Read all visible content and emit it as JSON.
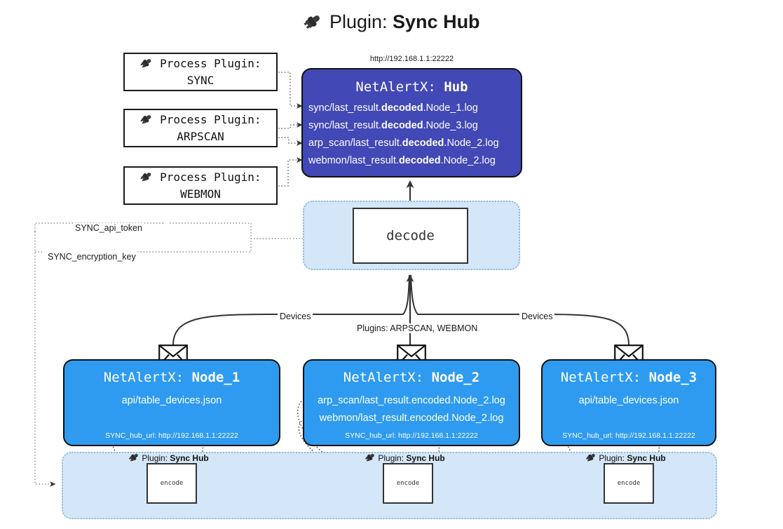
{
  "title": {
    "icon": "plug-icon",
    "prefix": "Plugin:",
    "name": "Sync Hub"
  },
  "hub": {
    "url_caption": "http://192.168.1.1:22222",
    "title_prefix": "NetAlertX:",
    "title_name": "Hub",
    "lines": [
      {
        "pre": "sync/last_result.",
        "strong": "decoded",
        "post": ".Node_1.log"
      },
      {
        "pre": "sync/last_result.",
        "strong": "decoded",
        "post": ".Node_3.log"
      },
      {
        "pre": "arp_scan/last_result.",
        "strong": "decoded",
        "post": ".Node_2.log"
      },
      {
        "pre": "webmon/last_result.",
        "strong": "decoded",
        "post": ".Node_2.log"
      }
    ]
  },
  "process_plugins": [
    {
      "icon": "plug-icon",
      "line1": "Process Plugin:",
      "line2": "SYNC"
    },
    {
      "icon": "plug-icon",
      "line1": "Process Plugin:",
      "line2": "ARPSCAN"
    },
    {
      "icon": "plug-icon",
      "line1": "Process Plugin:",
      "line2": "WEBMON"
    }
  ],
  "decode": {
    "label": "decode"
  },
  "edge_labels": {
    "devices_left": "Devices",
    "devices_right": "Devices",
    "plugins_mid": "Plugins: ARPSCAN, WEBMON",
    "api_token": "SYNC_api_token",
    "encryption_key": "SYNC_encryption_key"
  },
  "nodes": [
    {
      "icon": "envelope-icon",
      "title_prefix": "NetAlertX:",
      "title_name": "Node_1",
      "lines": [
        "api/table_devices.json"
      ],
      "hub_url": "SYNC_hub_url: http://192.168.1.1:22222"
    },
    {
      "icon": "envelope-icon",
      "title_prefix": "NetAlertX:",
      "title_name": "Node_2",
      "lines": [
        "arp_scan/last_result.encoded.Node_2.log",
        "webmon/last_result.encoded.Node_2.log"
      ],
      "hub_url": "SYNC_hub_url: http://192.168.1.1:22222"
    },
    {
      "icon": "envelope-icon",
      "title_prefix": "NetAlertX:",
      "title_name": "Node_3",
      "lines": [
        "api/table_devices.json"
      ],
      "hub_url": "SYNC_hub_url: http://192.168.1.1:22222"
    }
  ],
  "encoders": [
    {
      "icon": "plug-icon",
      "label_prefix": "Plugin:",
      "label_name": "Sync Hub",
      "box_label": "encode"
    },
    {
      "icon": "plug-icon",
      "label_prefix": "Plugin:",
      "label_name": "Sync Hub",
      "box_label": "encode"
    },
    {
      "icon": "plug-icon",
      "label_prefix": "Plugin:",
      "label_name": "Sync Hub",
      "box_label": "encode"
    }
  ],
  "colors": {
    "hub_bg": "#4248b5",
    "node_bg": "#2e9bf0",
    "container_bg": "#d4e7f8",
    "container_border": "#8fb8d8",
    "stroke": "#333333",
    "page_bg": "#ffffff"
  }
}
